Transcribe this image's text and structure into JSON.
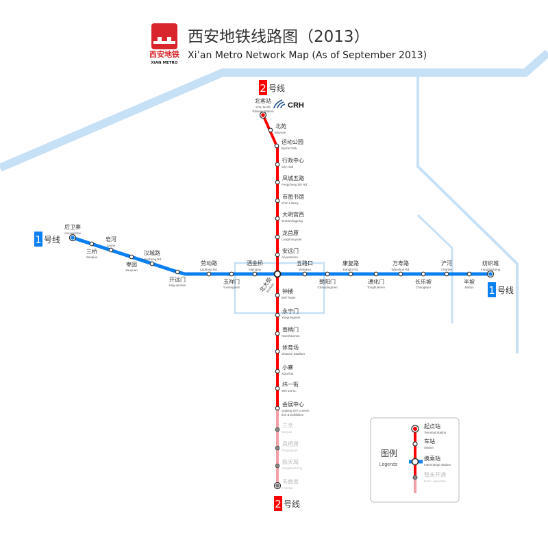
{
  "header": {
    "logo_cn": "西安地铁",
    "logo_en": "XIAN METRO",
    "title": "西安地铁线路图（2013）",
    "subtitle": "Xi’an Metro Network Map (As of September 2013)"
  },
  "colors": {
    "line1": "#0a7ff0",
    "line2": "#ff0000",
    "line2_planned": "#f4a0a8",
    "rail": "#c6e0f6",
    "logo": "#d9262c"
  },
  "crh": {
    "label": "CRH",
    "icon": "crh-logo-icon"
  },
  "line_labels": {
    "line2_num": "2",
    "line1_num": "1",
    "suffix": "号线"
  },
  "line2": {
    "stations": [
      {
        "cn": "北客站",
        "en": "Xi'an North Railway Station",
        "type": "terminal"
      },
      {
        "cn": "北苑",
        "en": "Beiyuan",
        "type": "station"
      },
      {
        "cn": "运动公园",
        "en": "Sports Park",
        "type": "station"
      },
      {
        "cn": "行政中心",
        "en": "City Hall",
        "type": "station"
      },
      {
        "cn": "凤城五路",
        "en": "Fengcheng 5th Rd.",
        "type": "station"
      },
      {
        "cn": "市图书馆",
        "en": "Xi'an Library",
        "type": "station"
      },
      {
        "cn": "大明宫西",
        "en": "W.Daminggong",
        "type": "station"
      },
      {
        "cn": "龙首原",
        "en": "Longshouyuan",
        "type": "station"
      },
      {
        "cn": "安远门",
        "en": "Anyuanmen",
        "type": "station"
      },
      {
        "cn": "北大街",
        "en": "Beidajie",
        "type": "interchange"
      },
      {
        "cn": "钟楼",
        "en": "Bell Tower",
        "type": "station"
      },
      {
        "cn": "永宁门",
        "en": "Yongningmen",
        "type": "station"
      },
      {
        "cn": "南稍门",
        "en": "Nanshaomen",
        "type": "station"
      },
      {
        "cn": "体育场",
        "en": "Shaanxi Stadium",
        "type": "station"
      },
      {
        "cn": "小寨",
        "en": "Xiaozhai",
        "type": "station"
      },
      {
        "cn": "纬一街",
        "en": "Wei 1st St.",
        "type": "station"
      },
      {
        "cn": "会展中心",
        "en": "Qujiang Int'l Convention & Exhibition",
        "type": "station"
      },
      {
        "cn": "三爻",
        "en": "Sanyao",
        "type": "planned"
      },
      {
        "cn": "凤栖原",
        "en": "Fengqiyuan",
        "type": "planned"
      },
      {
        "cn": "航天城",
        "en": "Hangtiancheng",
        "type": "planned"
      },
      {
        "cn": "韦曲南",
        "en": "S.Weiqu",
        "type": "planned-terminal"
      }
    ]
  },
  "line1": {
    "stations": [
      {
        "cn": "后卫寨",
        "en": "Houweizhai",
        "type": "terminal"
      },
      {
        "cn": "三桥",
        "en": "Sanqiao",
        "type": "station"
      },
      {
        "cn": "皂河",
        "en": "Zaohe",
        "type": "station"
      },
      {
        "cn": "枣园",
        "en": "Zaoyuan",
        "type": "station"
      },
      {
        "cn": "汉城路",
        "en": "Hancheng Rd.",
        "type": "station"
      },
      {
        "cn": "开远门",
        "en": "Kaiyuanmen",
        "type": "station"
      },
      {
        "cn": "劳动路",
        "en": "Laodong Rd.",
        "type": "station"
      },
      {
        "cn": "玉祥门",
        "en": "Yuxiangmen",
        "type": "station"
      },
      {
        "cn": "洒金桥",
        "en": "Sajinqiao",
        "type": "station"
      },
      {
        "cn": "五路口",
        "en": "Wulukou",
        "type": "station"
      },
      {
        "cn": "朝阳门",
        "en": "Chaoyangmen",
        "type": "station"
      },
      {
        "cn": "康复路",
        "en": "Kangfu Rd.",
        "type": "station"
      },
      {
        "cn": "通化门",
        "en": "Tonghuamen",
        "type": "station"
      },
      {
        "cn": "万寿路",
        "en": "Wanshou Rd.",
        "type": "station"
      },
      {
        "cn": "长乐坡",
        "en": "Changlepo",
        "type": "station"
      },
      {
        "cn": "浐河",
        "en": "Chanhe",
        "type": "station"
      },
      {
        "cn": "半坡",
        "en": "Banpo",
        "type": "station"
      },
      {
        "cn": "纺织城",
        "en": "Fangzhicheng",
        "type": "terminal"
      }
    ]
  },
  "legend": {
    "title_cn": "图例",
    "title_en": "Legends",
    "items": [
      {
        "cn": "起点站",
        "en": "Terminal Station"
      },
      {
        "cn": "车站",
        "en": "Station"
      },
      {
        "cn": "换乘站",
        "en": "Interchange Station"
      },
      {
        "cn": "暂未开通",
        "en": "Not in operation"
      }
    ]
  }
}
